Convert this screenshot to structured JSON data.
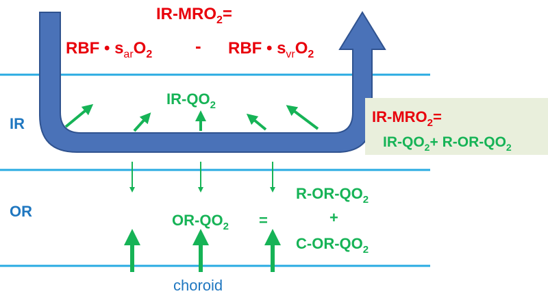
{
  "colors": {
    "layer_line": "#29abe2",
    "layer_label": "#1f77c0",
    "vessel_fill": "#4a72b8",
    "vessel_stroke": "#2f528f",
    "oxygen_arrow": "#16b356",
    "equation_red": "#e8000b",
    "equation_green": "#16b356",
    "box_fill": "#e9efdc"
  },
  "top_equation": {
    "title": {
      "main": "IR-MRO",
      "sub": "2",
      "tail": "="
    },
    "term1": {
      "main": "RBF • s",
      "sub": "ar",
      "mid": "O",
      "sub2": "2"
    },
    "minus": "-",
    "term2": {
      "main": "RBF • s",
      "sub": "vr",
      "mid": "O",
      "sub2": "2"
    }
  },
  "layers": {
    "inner_retina": "IR",
    "outer_retina": "OR",
    "choroid": "choroid"
  },
  "ir_consumption": {
    "main": "IR-QO",
    "sub": "2"
  },
  "mass_balance_box": {
    "line1": {
      "main": "IR-MRO",
      "sub": "2",
      "tail": "="
    },
    "line2": {
      "a": "IR-QO",
      "a_sub": "2",
      "plus": "+ ",
      "b": "R-OR-QO",
      "b_sub": "2"
    }
  },
  "or_equation": {
    "lhs": {
      "main": "OR-QO",
      "sub": "2"
    },
    "equals": "=",
    "rhs_top": {
      "main": "R-OR-QO",
      "sub": "2"
    },
    "plus": "+",
    "rhs_bottom": {
      "main": "C-OR-QO",
      "sub": "2"
    }
  },
  "icons": {
    "vessel": "u-shaped-vessel-arrow-icon",
    "inner_arrows": "oxygen-flux-arrow-icon",
    "choroid_arrows": "choroidal-supply-arrow-icon"
  }
}
